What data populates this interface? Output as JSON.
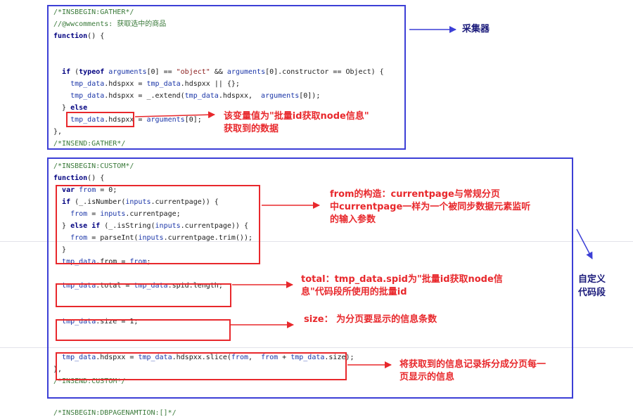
{
  "gather": {
    "lines": [
      [
        {
          "t": "/*INSBEGIN:GATHER*/",
          "c": "cm"
        }
      ],
      [
        {
          "t": "//@wwcomments: 获取选中的商品",
          "c": "cm"
        }
      ],
      [
        {
          "t": "function",
          "c": "kw"
        },
        {
          "t": "() {"
        }
      ],
      [],
      [],
      [
        {
          "t": "  "
        },
        {
          "t": "if",
          "c": "kw"
        },
        {
          "t": " ("
        },
        {
          "t": "typeof",
          "c": "kw"
        },
        {
          "t": " "
        },
        {
          "t": "arguments",
          "c": "id"
        },
        {
          "t": "[0] == "
        },
        {
          "t": "\"object\"",
          "c": "str"
        },
        {
          "t": " && "
        },
        {
          "t": "arguments",
          "c": "id"
        },
        {
          "t": "[0].constructor == Object) {"
        }
      ],
      [
        {
          "t": "    "
        },
        {
          "t": "tmp_data",
          "c": "id"
        },
        {
          "t": ".hdspxx = "
        },
        {
          "t": "tmp_data",
          "c": "id"
        },
        {
          "t": ".hdspxx || {};"
        }
      ],
      [
        {
          "t": "    "
        },
        {
          "t": "tmp_data",
          "c": "id"
        },
        {
          "t": ".hdspxx = _.extend("
        },
        {
          "t": "tmp_data",
          "c": "id"
        },
        {
          "t": ".hdspxx,  "
        },
        {
          "t": "arguments",
          "c": "id"
        },
        {
          "t": "[0]);"
        }
      ],
      [
        {
          "t": "  } "
        },
        {
          "t": "else",
          "c": "kw"
        }
      ],
      [
        {
          "t": "    "
        },
        {
          "t": "tmp_data",
          "c": "id"
        },
        {
          "t": ".hdspxx = "
        },
        {
          "t": "arguments",
          "c": "id"
        },
        {
          "t": "[0];"
        }
      ],
      [
        {
          "t": "},"
        }
      ],
      [
        {
          "t": "/*INSEND:GATHER*/",
          "c": "cm"
        }
      ]
    ]
  },
  "custom": {
    "lines": [
      [
        {
          "t": "/*INSBEGIN:CUSTOM*/",
          "c": "cm"
        }
      ],
      [
        {
          "t": "function",
          "c": "kw"
        },
        {
          "t": "() {"
        }
      ],
      [
        {
          "t": "  "
        },
        {
          "t": "var",
          "c": "kw"
        },
        {
          "t": " "
        },
        {
          "t": "from",
          "c": "id"
        },
        {
          "t": " = 0;"
        }
      ],
      [
        {
          "t": "  "
        },
        {
          "t": "if",
          "c": "kw"
        },
        {
          "t": " (_.isNumber("
        },
        {
          "t": "inputs",
          "c": "id"
        },
        {
          "t": ".currentpage)) {"
        }
      ],
      [
        {
          "t": "    "
        },
        {
          "t": "from",
          "c": "id"
        },
        {
          "t": " = "
        },
        {
          "t": "inputs",
          "c": "id"
        },
        {
          "t": ".currentpage;"
        }
      ],
      [
        {
          "t": "  } "
        },
        {
          "t": "else if",
          "c": "kw"
        },
        {
          "t": " (_.isString("
        },
        {
          "t": "inputs",
          "c": "id"
        },
        {
          "t": ".currentpage)) {"
        }
      ],
      [
        {
          "t": "    "
        },
        {
          "t": "from",
          "c": "id"
        },
        {
          "t": " = parseInt("
        },
        {
          "t": "inputs",
          "c": "id"
        },
        {
          "t": ".currentpage.trim());"
        }
      ],
      [
        {
          "t": "  }"
        }
      ],
      [
        {
          "t": "  "
        },
        {
          "t": "tmp_data",
          "c": "id"
        },
        {
          "t": ".from = "
        },
        {
          "t": "from",
          "c": "id"
        },
        {
          "t": ";"
        }
      ],
      [],
      [
        {
          "t": "  "
        },
        {
          "t": "tmp_data",
          "c": "id"
        },
        {
          "t": ".total = "
        },
        {
          "t": "tmp_data",
          "c": "id"
        },
        {
          "t": ".spid.length;"
        }
      ],
      [],
      [],
      [
        {
          "t": "  "
        },
        {
          "t": "tmp_data",
          "c": "id"
        },
        {
          "t": ".size = 1;"
        }
      ],
      [],
      [],
      [
        {
          "t": "  "
        },
        {
          "t": "tmp_data",
          "c": "id"
        },
        {
          "t": ".hdspxx = "
        },
        {
          "t": "tmp_data",
          "c": "id"
        },
        {
          "t": ".hdspxx.slice("
        },
        {
          "t": "from",
          "c": "id"
        },
        {
          "t": ",  "
        },
        {
          "t": "from",
          "c": "id"
        },
        {
          "t": " + "
        },
        {
          "t": "tmp_data",
          "c": "id"
        },
        {
          "t": ".size);"
        }
      ],
      [
        {
          "t": "},"
        }
      ],
      [
        {
          "t": "/*INSEND:CUSTOM*/",
          "c": "cm"
        }
      ]
    ]
  },
  "tail": {
    "lines": [
      [
        {
          "t": "/*INSBEGIN:DBPAGENAMTION:[]*/",
          "c": "cm"
        }
      ]
    ]
  },
  "annotations": {
    "gatherer": "采集器",
    "variable_note_1": "该变量值为\"批量id获取node信息\"",
    "variable_note_2": "获取到的数据",
    "from_note_1": "from的构造：currentpage与常规分页",
    "from_note_2": "中currentpage一样为一个被同步数据元素监听",
    "from_note_3": "的输入参数",
    "total_note_1": "total：tmp_data.spid为\"批量id获取node信",
    "total_note_2": "息\"代码段所使用的批量id",
    "size_note": "size： 为分页要显示的信息条数",
    "slice_note_1": "将获取到的信息记录拆分成分页每一",
    "slice_note_2": "页显示的信息",
    "custom_code_1": "自定义",
    "custom_code_2": "代码段"
  },
  "colors": {
    "frame_blue": "#3c3fd6",
    "highlight_red": "#e8282c",
    "comment_green": "#3a7a3a",
    "keyword_navy": "#000080",
    "identifier_blue": "#1b36a8"
  }
}
